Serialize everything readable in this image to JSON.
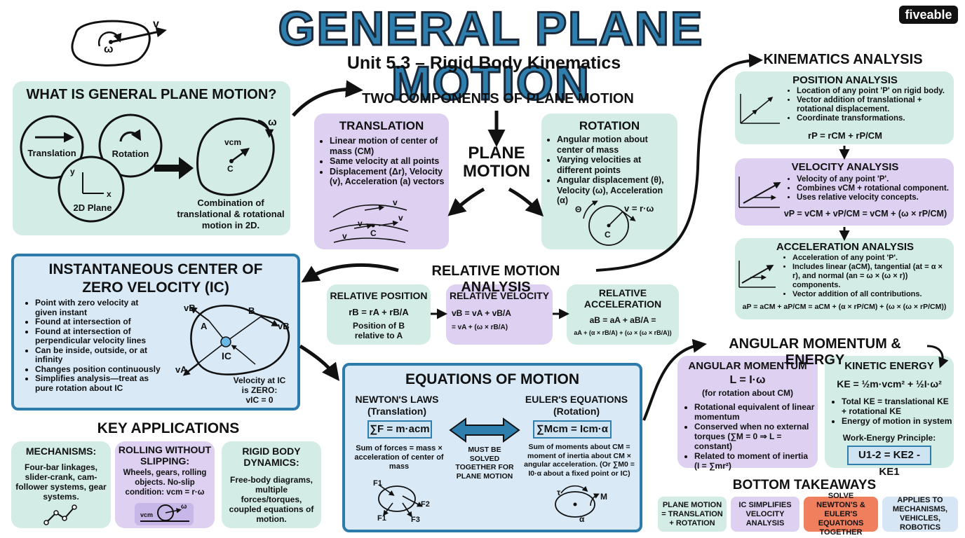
{
  "header": {
    "title": "GENERAL PLANE MOTION",
    "subtitle": "Unit 5.3 – Rigid Body Kinematics",
    "logo": "fiveable",
    "corner_icon_labels": {
      "omega": "ω",
      "v": "v"
    }
  },
  "what_is": {
    "title": "WHAT IS GENERAL PLANE MOTION?",
    "circle_translation": "Translation",
    "circle_rotation": "Rotation",
    "circle_plane": "2D Plane",
    "axis_y": "y",
    "axis_x": "x",
    "body_omega": "ω",
    "body_vcm": "vcm",
    "body_c": "C",
    "caption": "Combination of translational & rotational motion in 2D."
  },
  "two_components": {
    "title": "TWO COMPONENTS OF PLANE MOTION",
    "center_label_1": "PLANE",
    "center_label_2": "MOTION",
    "translation": {
      "title": "TRANSLATION",
      "bullets": [
        "Linear motion of center of mass (CM)",
        "Same velocity at all points",
        "Displacement (Δr), Velocity (v), Acceleration (a) vectors"
      ],
      "sketch_labels": [
        "v",
        "v",
        "C",
        "v",
        "v"
      ]
    },
    "rotation": {
      "title": "ROTATION",
      "bullets": [
        "Angular motion about center of mass",
        "Varying velocities at different points",
        "Angular displacement (θ), Velocity (ω), Acceleration (α)"
      ],
      "formula": "v = r·ω",
      "theta": "Θ",
      "c": "C"
    }
  },
  "ic": {
    "title_1": "INSTANTANEOUS CENTER OF",
    "title_2": "ZERO VELOCITY (IC)",
    "bullets": [
      "Point with zero velocity at given instant",
      "Found at intersection of",
      "Found at intersection of perpendicular velocity lines",
      "Can be inside, outside, or at infinity",
      "Changes position continuously",
      "Simplifies analysis—treat as pure rotation about IC"
    ],
    "labels": {
      "vb1": "vB",
      "vb2": "vB",
      "a": "A",
      "b": "B",
      "va": "vA",
      "ic": "IC"
    },
    "note_1": "Velocity at IC",
    "note_2": "is ZERO:",
    "note_3": "vIC = 0"
  },
  "relative": {
    "title": "RELATIVE MOTION ANALYSIS",
    "position": {
      "title": "RELATIVE POSITION",
      "formula": "rB = rA + rB/A",
      "caption": "Position of B relative to A"
    },
    "velocity": {
      "title": "RELATIVE VELOCITY",
      "formula": "vB = vA + vB/A",
      "formula2": "= vA + (ω × rB/A)"
    },
    "acceleration": {
      "title_1": "RELATIVE",
      "title_2": "ACCELERATION",
      "formula": "aB = aA + aB/A =",
      "formula2": "aA + (α × rB/A) + (ω × (ω × rB/A))"
    }
  },
  "kinematics": {
    "title": "KINEMATICS ANALYSIS",
    "position": {
      "title": "POSITION ANALYSIS",
      "bullets": [
        "Location of any point 'P' on rigid body.",
        "Vector addition of translational + rotational displacement.",
        "Coordinate transformations."
      ],
      "formula": "rP = rCM + rP/CM"
    },
    "velocity": {
      "title": "VELOCITY ANALYSIS",
      "bullets": [
        "Velocity of any point 'P'.",
        "Combines vCM + rotational component.",
        "Uses relative velocity concepts."
      ],
      "formula": "vP = vCM + vP/CM = vCM + (ω × rP/CM)"
    },
    "acceleration": {
      "title": "ACCELERATION ANALYSIS",
      "bullets": [
        "Acceleration of any point 'P'.",
        "Includes linear (aCM), tangential (at = α × r), and normal (an = ω × (ω × r)) components.",
        "Vector addition of all contributions."
      ],
      "formula": "aP = aCM + aP/CM = aCM + (α × rP/CM) + (ω × (ω × rP/CM))"
    }
  },
  "equations": {
    "title": "EQUATIONS OF MOTION",
    "newton": {
      "title_1": "NEWTON'S LAWS",
      "title_2": "(Translation)",
      "formula": "∑F = m·acm",
      "caption": "Sum of forces = mass × acceleration of center of mass",
      "labels": [
        "F1",
        "F2",
        "F1",
        "F3"
      ]
    },
    "middle": "MUST BE SOLVED TOGETHER FOR PLANE MOTION",
    "euler": {
      "title_1": "EULER'S EQUATIONS",
      "title_2": "(Rotation)",
      "formula": "∑Mcm = Icm·α",
      "caption": "Sum of moments about CM = moment of inertia about CM × angular acceleration. (Or ∑M0 = I0·α about a fixed point or IC)",
      "labels": [
        "τ",
        "M",
        "α"
      ]
    }
  },
  "angular": {
    "title": "ANGULAR MOMENTUM & ENERGY",
    "momentum": {
      "title": "ANGULAR MOMENTUM",
      "formula": "L = I·ω",
      "sub": "(for rotation about CM)",
      "bullets": [
        "Rotational equivalent of linear momentum",
        "Conserved when no external torques (∑M = 0 ⇒ L = constant)",
        "Related to moment of inertia (I = ∑mr²)"
      ]
    },
    "energy": {
      "title": "KINETIC ENERGY",
      "formula": "KE = ½m·vcm² + ½I·ω²",
      "bullets": [
        "Total KE = translational KE + rotational KE",
        "Energy of motion in system"
      ],
      "work_label": "Work-Energy Principle:",
      "work_formula": "U1-2 = KE2 - KE1"
    }
  },
  "applications": {
    "title": "KEY APPLICATIONS",
    "mechanisms": {
      "title": "MECHANISMS:",
      "text": "Four-bar linkages, slider-crank, cam-follower systems, gear systems."
    },
    "rolling": {
      "title_1": "ROLLING WITHOUT",
      "title_2": "SLIPPING:",
      "text": "Wheels, gears, rolling objects. No-slip condition: vcm = r·ω",
      "sketch_v": "vcm",
      "sketch_w": "ω"
    },
    "rigid": {
      "title_1": "RIGID BODY",
      "title_2": "DYNAMICS:",
      "text": "Free-body diagrams, multiple forces/torques, coupled equations of motion."
    }
  },
  "takeaways": {
    "title": "BOTTOM TAKEAWAYS",
    "items": [
      "PLANE MOTION = TRANSLATION + ROTATION",
      "IC SIMPLIFIES VELOCITY ANALYSIS",
      "SOLVE NEWTON'S & EULER'S EQUATIONS TOGETHER",
      "APPLIES TO MECHANISMS, VEHICLES, ROBOTICS"
    ]
  },
  "colors": {
    "teal": "#d3ece6",
    "purple": "#ddd0f0",
    "blue_border": "#2d7bab",
    "title_blue": "#2f7fae",
    "takeaway_red": "#f07f5e"
  }
}
